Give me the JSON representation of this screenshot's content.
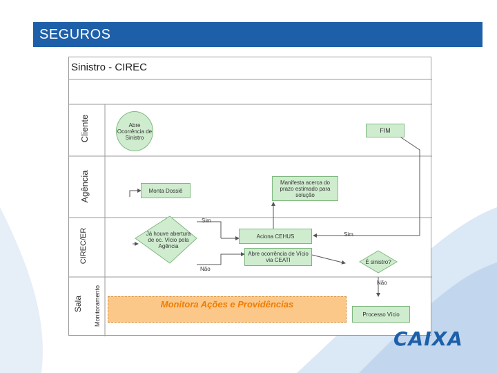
{
  "slide": {
    "title": "SEGUROS",
    "logo_text": "CAIXA"
  },
  "diagram": {
    "title": "Sinistro - CIREC",
    "lanes": [
      {
        "label": "Cliente"
      },
      {
        "label": "Agência"
      },
      {
        "label": "CIREC/ER"
      },
      {
        "label": "Sala",
        "label2": "Monitoramento"
      }
    ],
    "nodes": {
      "abre_ocorrencia": "Abre Ocorrência de Sinistro",
      "fim": "FIM",
      "monta_dossie": "Monta Dossiê",
      "manifesta": "Manifesta acerca do prazo estimado para solução",
      "houve_abertura": "Já houve abertura de oc. Vício pela Agência",
      "aciona_cehus": "Aciona CEHUS",
      "abre_ocorrencia_vicio": "Abre ocorrência de Vício via CEATI",
      "e_sinistro": "É sinistro?",
      "monitora": "Monitora Ações e Providências",
      "processo_vicio": "Processo Vício"
    },
    "edge_labels": {
      "sim_top": "Sim",
      "nao_left": "Não",
      "sim_right": "Sim",
      "nao_bottom": "Não"
    }
  },
  "colors": {
    "title_bar": "#1d5fa8",
    "node_fill": "#cfeccf",
    "monitor_fill": "#fbc88a",
    "logo_blue": "#1d5fa8",
    "logo_orange": "#f39200"
  }
}
